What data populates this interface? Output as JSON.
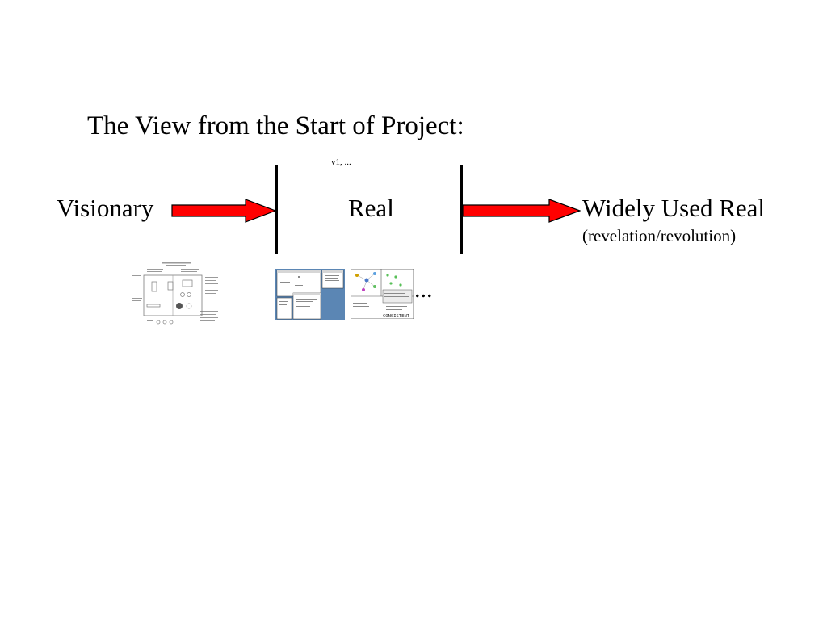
{
  "slide": {
    "title": "The View from the Start of Project:",
    "version_note": "v1, ..."
  },
  "stages": {
    "visionary": "Visionary",
    "real": "Real",
    "widely_used_real": "Widely Used Real",
    "widely_used_real_note": "(revelation/revolution)"
  },
  "thumbnails": {
    "more_indicator": "...",
    "screen_b_caption": "CONSISTENT"
  },
  "colors": {
    "arrow_fill": "#ff0000",
    "arrow_stroke": "#000000",
    "screenshot_blue": "#5b86b4"
  }
}
